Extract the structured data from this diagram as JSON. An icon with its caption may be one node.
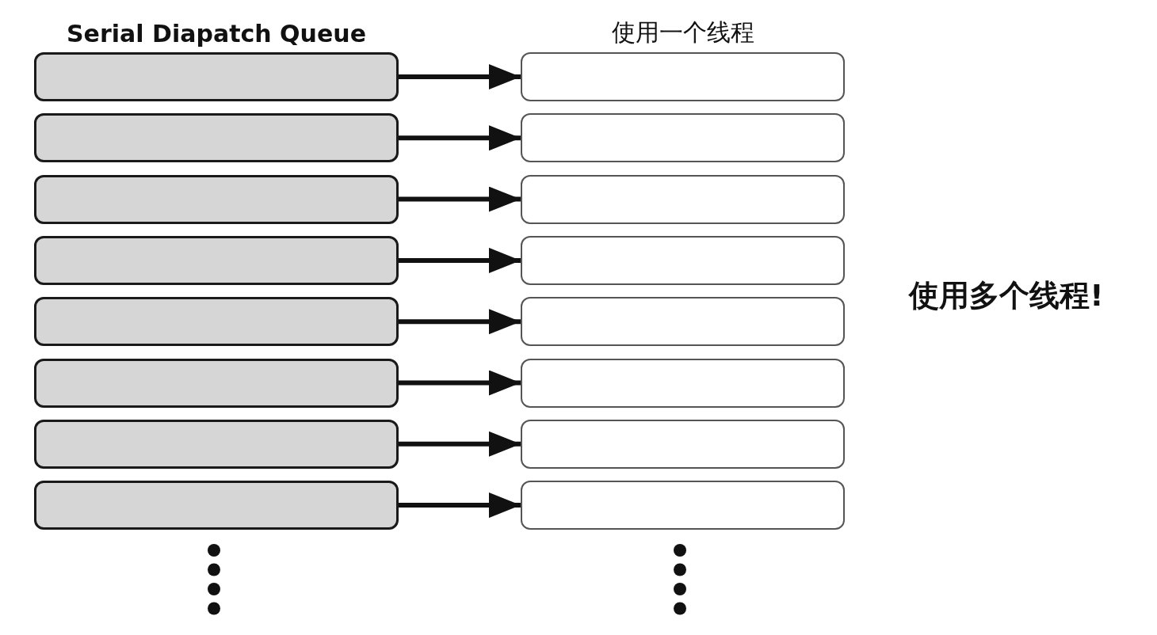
{
  "diagram": {
    "nodes": [
      {
        "text": [],
        "shape": "box"
      },
      {
        "text": [],
        "shape": "box"
      },
      {
        "text": [],
        "shape": "box"
      },
      {
        "text": [],
        "shape": "box"
      },
      {
        "text": [],
        "shape": "box"
      },
      {
        "text": [],
        "shape": "box"
      },
      {
        "text": [],
        "shape": "box"
      },
      {
        "text": [],
        "shape": "box"
      },
      {
        "text": [],
        "shape": "box"
      },
      {
        "text": [],
        "shape": "box"
      },
      {
        "text": [],
        "shape": "box"
      },
      {
        "text": [],
        "shape": "box"
      },
      {
        "text": [],
        "shape": "box"
      },
      {
        "text": [],
        "shape": "box"
      },
      {
        "text": [],
        "shape": "box"
      },
      {
        "text": [],
        "shape": "box"
      }
    ],
    "edges": [
      {
        "from": 0,
        "to": 8,
        "arrow": "to"
      },
      {
        "from": 1,
        "to": 9,
        "arrow": "to"
      },
      {
        "from": 2,
        "to": 10,
        "arrow": "to"
      },
      {
        "from": 3,
        "to": 11,
        "arrow": "to"
      },
      {
        "from": 4,
        "to": 12,
        "arrow": "to"
      },
      {
        "from": 5,
        "to": 13,
        "arrow": "to"
      },
      {
        "from": 6,
        "to": 14,
        "arrow": "to"
      },
      {
        "from": 7,
        "to": 15,
        "arrow": "to"
      }
    ],
    "labels": [
      "Serial Diapatch Queue",
      "使用一个线程",
      "使用多个线程!"
    ]
  }
}
